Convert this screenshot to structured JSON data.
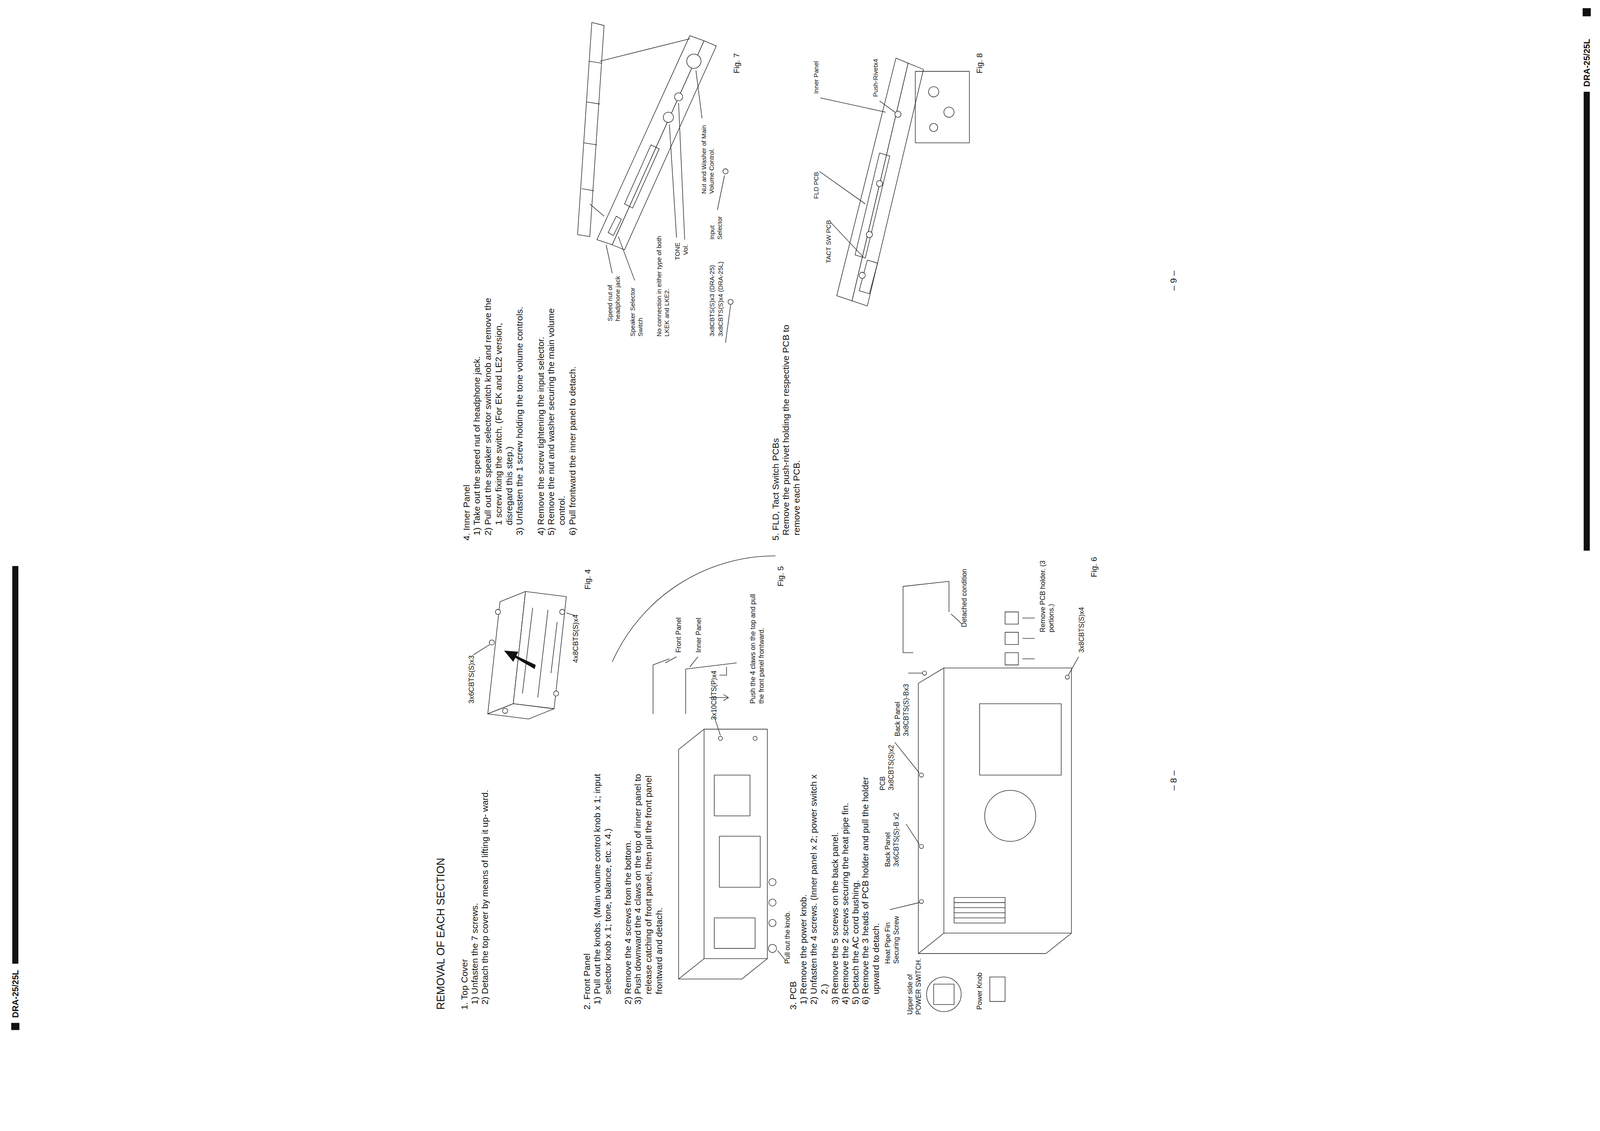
{
  "diagram": {
    "title": "REMOVAL OF EACH SECTION",
    "labels": [
      "DRA-25/25L",
      "1. Top Cover",
      "1) Unfasten the 7 screws.",
      "2) Detach the top cover by means of lifting it up- ward.",
      "3x6CBTS(S)x3",
      "4x8CBTS(S)x4",
      "Fig. 4",
      "2. Front Panel",
      "1) Pull out the knobs. (Main volume control knob x 1; input selector knob x 1; tone, balance, etc. x 4.)",
      "2) Remove the 4 screws from the bottom.",
      "3) Push downward the 4 claws on the top of inner panel to release catching of front panel, then pull the front panel frontward and detach.",
      "3x10CBTS(P)x4",
      "Front Panel",
      "Inner Panel",
      "Push the 4 claws on the top and pull the front panel frontward.",
      "Pull out the knob.",
      "Fig. 5",
      "3. PCB",
      "1) Remove the power knob.",
      "2) Unfasten the 4 screws. (Inner panel x 2; power switch x 2.)",
      "3) Remove the 5 screws on the back panel.",
      "4) Remove the 2 screws securing the heat pipe fin.",
      "5) Detach the AC cord bushing.",
      "6) Remove the 3 heads of PCB holder and pull the holder upward to detach.",
      "Upper side of POWER SWITCH.",
      "Heat Pipe Fin Securing Screw",
      "Power Knob",
      "Back Panel 3x6CBTS(S)-B x2",
      "PCB 3x8CBTS(S)x2",
      "Back Panel 3x8CBTS(S)-Bx3",
      "3x8CBTS(S)x4",
      "Detached condition",
      "Remove PCB holder. (3 portions.)",
      "Fig. 6",
      "– 8 –",
      "4. Inner Panel",
      "1) Take out the speed nut of headphone jack.",
      "2) Pull out the speaker selector switch knob and remove the 1 screw fixing the switch. (For EK and LE2 version, disregard this step.)",
      "3) Unfasten the 1 screw holding the tone volume controls.",
      "4) Remove the screw tightening the input selector.",
      "5) Remove the nut and washer securing the main volume control.",
      "6) Pull frontward the inner panel to detach.",
      "Speed nut of headphone jack",
      "Speaker Selector Switch",
      "No connection in either type of both LKEK and LKE2.",
      "TONE",
      "Vol.",
      "3x8CBTS(S)x3 (DRA-25)",
      "3x8CBTS(S)x4 (DRA-25L)",
      "Input Selector",
      "Nut and Washer of Main Volume Control.",
      "Fig. 7",
      "5. FLD, Tact Switch PCBs",
      "Remove the push-rivet holding the respective PCB to remove each PCB.",
      "FLD PCB",
      "TACT SW PCB",
      "Inner Panel",
      "Push-Rivetx4",
      "Fig. 8",
      "– 9 –",
      "DRA-25/25L"
    ]
  }
}
